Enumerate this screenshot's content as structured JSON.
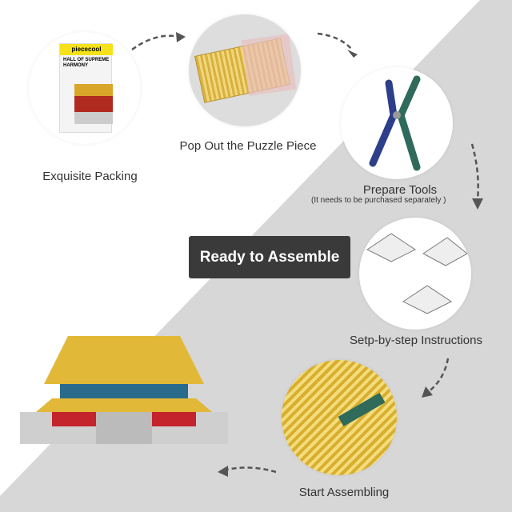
{
  "steps": [
    {
      "label": "Exquisite Packing"
    },
    {
      "label": "Pop Out the Puzzle Piece"
    },
    {
      "label": "Prepare Tools",
      "note": "(It needs to be purchased separately  )"
    },
    {
      "label": "Setp-by-step Instructions"
    },
    {
      "label": "Start Assembling"
    }
  ],
  "badge": "Ready to Assemble",
  "box": {
    "brand": "piececool",
    "title": "HALL OF SUPREME HARMONY"
  },
  "colors": {
    "gray_bg": "#d7d7d7",
    "badge_bg": "#3a3a3a",
    "arrow": "#555555"
  }
}
